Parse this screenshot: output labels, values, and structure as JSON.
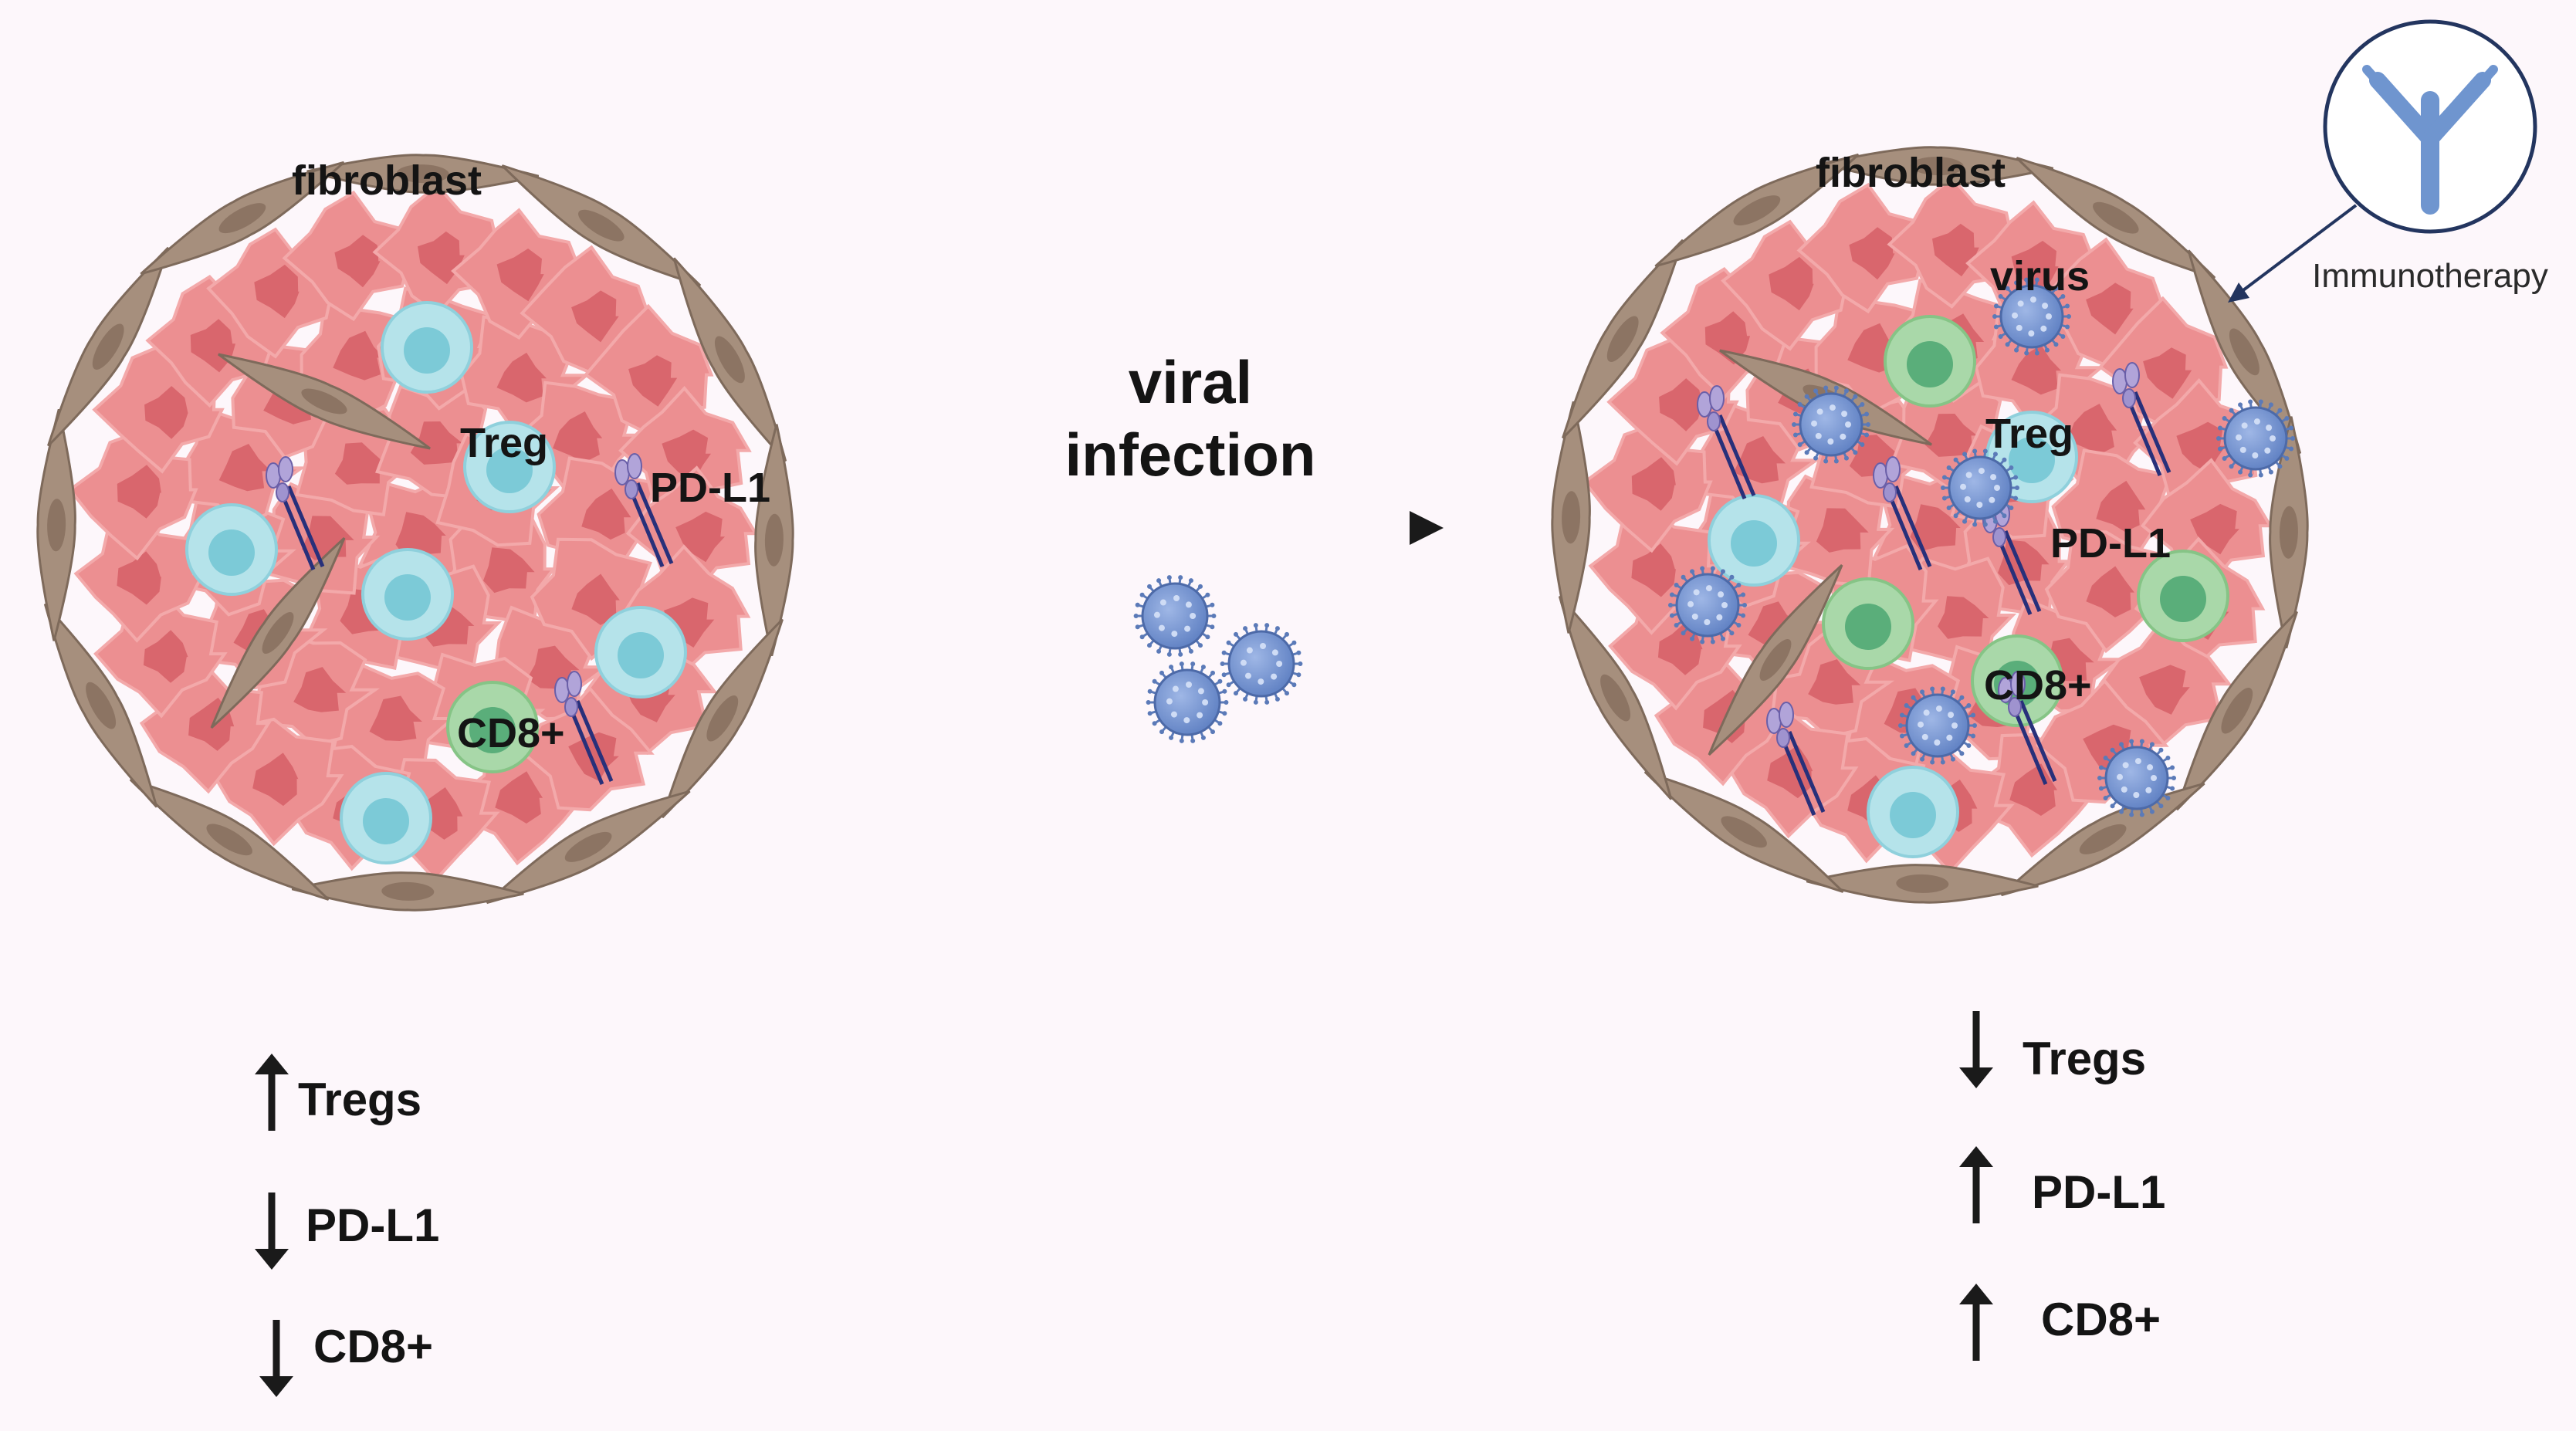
{
  "left_panel": {
    "labels": {
      "fibroblast": "fibroblast",
      "treg": "Treg",
      "pdl1": "PD-L1",
      "cd8": "CD8+"
    },
    "summary": [
      {
        "direction": "up",
        "label": "Tregs"
      },
      {
        "direction": "down",
        "label": "PD-L1"
      },
      {
        "direction": "down",
        "label": "CD8+"
      }
    ]
  },
  "center": {
    "title_line1": "viral",
    "title_line2": "infection"
  },
  "right_panel": {
    "labels": {
      "fibroblast": "fibroblast",
      "virus": "virus",
      "treg": "Treg",
      "pdl1": "PD-L1",
      "cd8": "CD8+"
    },
    "callout": "Immunotherapy",
    "summary": [
      {
        "direction": "down",
        "label": "Tregs"
      },
      {
        "direction": "up",
        "label": "PD-L1"
      },
      {
        "direction": "up",
        "label": "CD8+"
      }
    ]
  },
  "colors": {
    "background": "#fdf7fb",
    "tumor_cell": "#ec8f91",
    "tumor_nucleus": "#d9666d",
    "fibroblast": "#a68f7d",
    "treg_cell": "#b5e3ea",
    "treg_nucleus": "#7ccad7",
    "cd8_cell": "#a9d8a9",
    "cd8_nucleus": "#5aae7a",
    "virus": "#6f8fcf",
    "antibody": "#7b9dd1",
    "checkpoint_receptor": "#28307a"
  },
  "icons": {
    "immunotherapy": "antibody-icon",
    "virus": "virus-icon",
    "arrow_up": "arrow-up-icon",
    "arrow_down": "arrow-down-icon"
  }
}
